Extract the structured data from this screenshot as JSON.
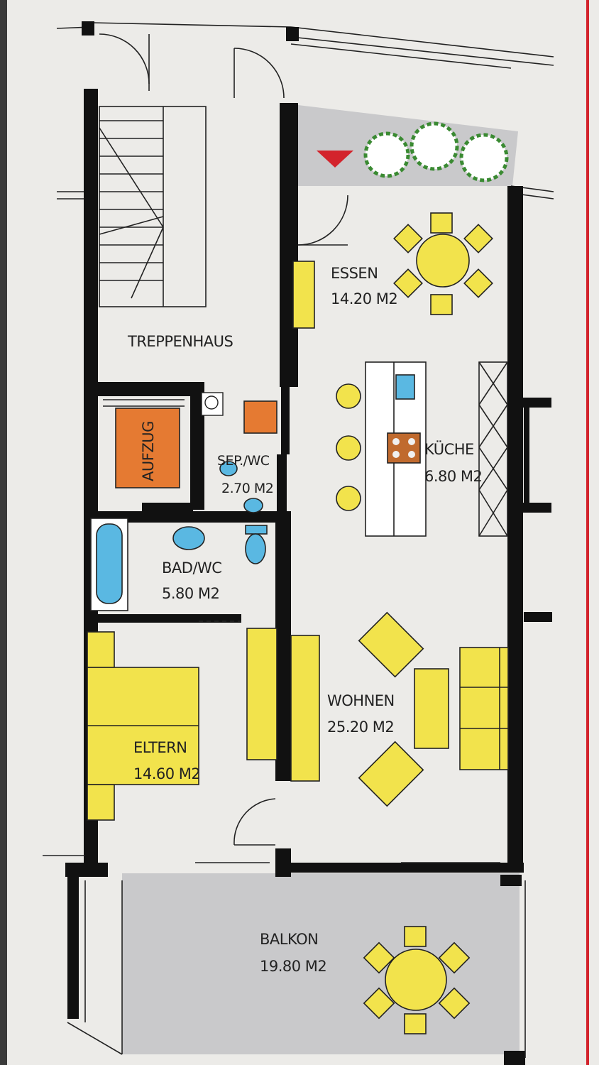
{
  "rooms": {
    "treppenhaus": {
      "name": "TREPPENHAUS"
    },
    "essen": {
      "name": "ESSEN",
      "area": "14.20 M2"
    },
    "kueche": {
      "name": "KÜCHE",
      "area": "6.80 M2"
    },
    "aufzug": {
      "name": "AUFZUG"
    },
    "sep_wc": {
      "name": "SEP./WC",
      "area": "2.70 M2"
    },
    "bad_wc": {
      "name": "BAD/WC",
      "area": "5.80 M2"
    },
    "eltern": {
      "name": "ELTERN",
      "area": "14.60 M2"
    },
    "wohnen": {
      "name": "WOHNEN",
      "area": "25.20 M2"
    },
    "balkon": {
      "name": "BALKON",
      "area": "19.80 M2"
    }
  },
  "colors": {
    "furniture": "#f2e34c",
    "sanitary": "#5ab8e2",
    "elevator": "#e57a32",
    "exterior_area": "#c9c9cb",
    "walls": "#111111",
    "paper": "#ecebe8",
    "accent_red": "#d3232c"
  }
}
